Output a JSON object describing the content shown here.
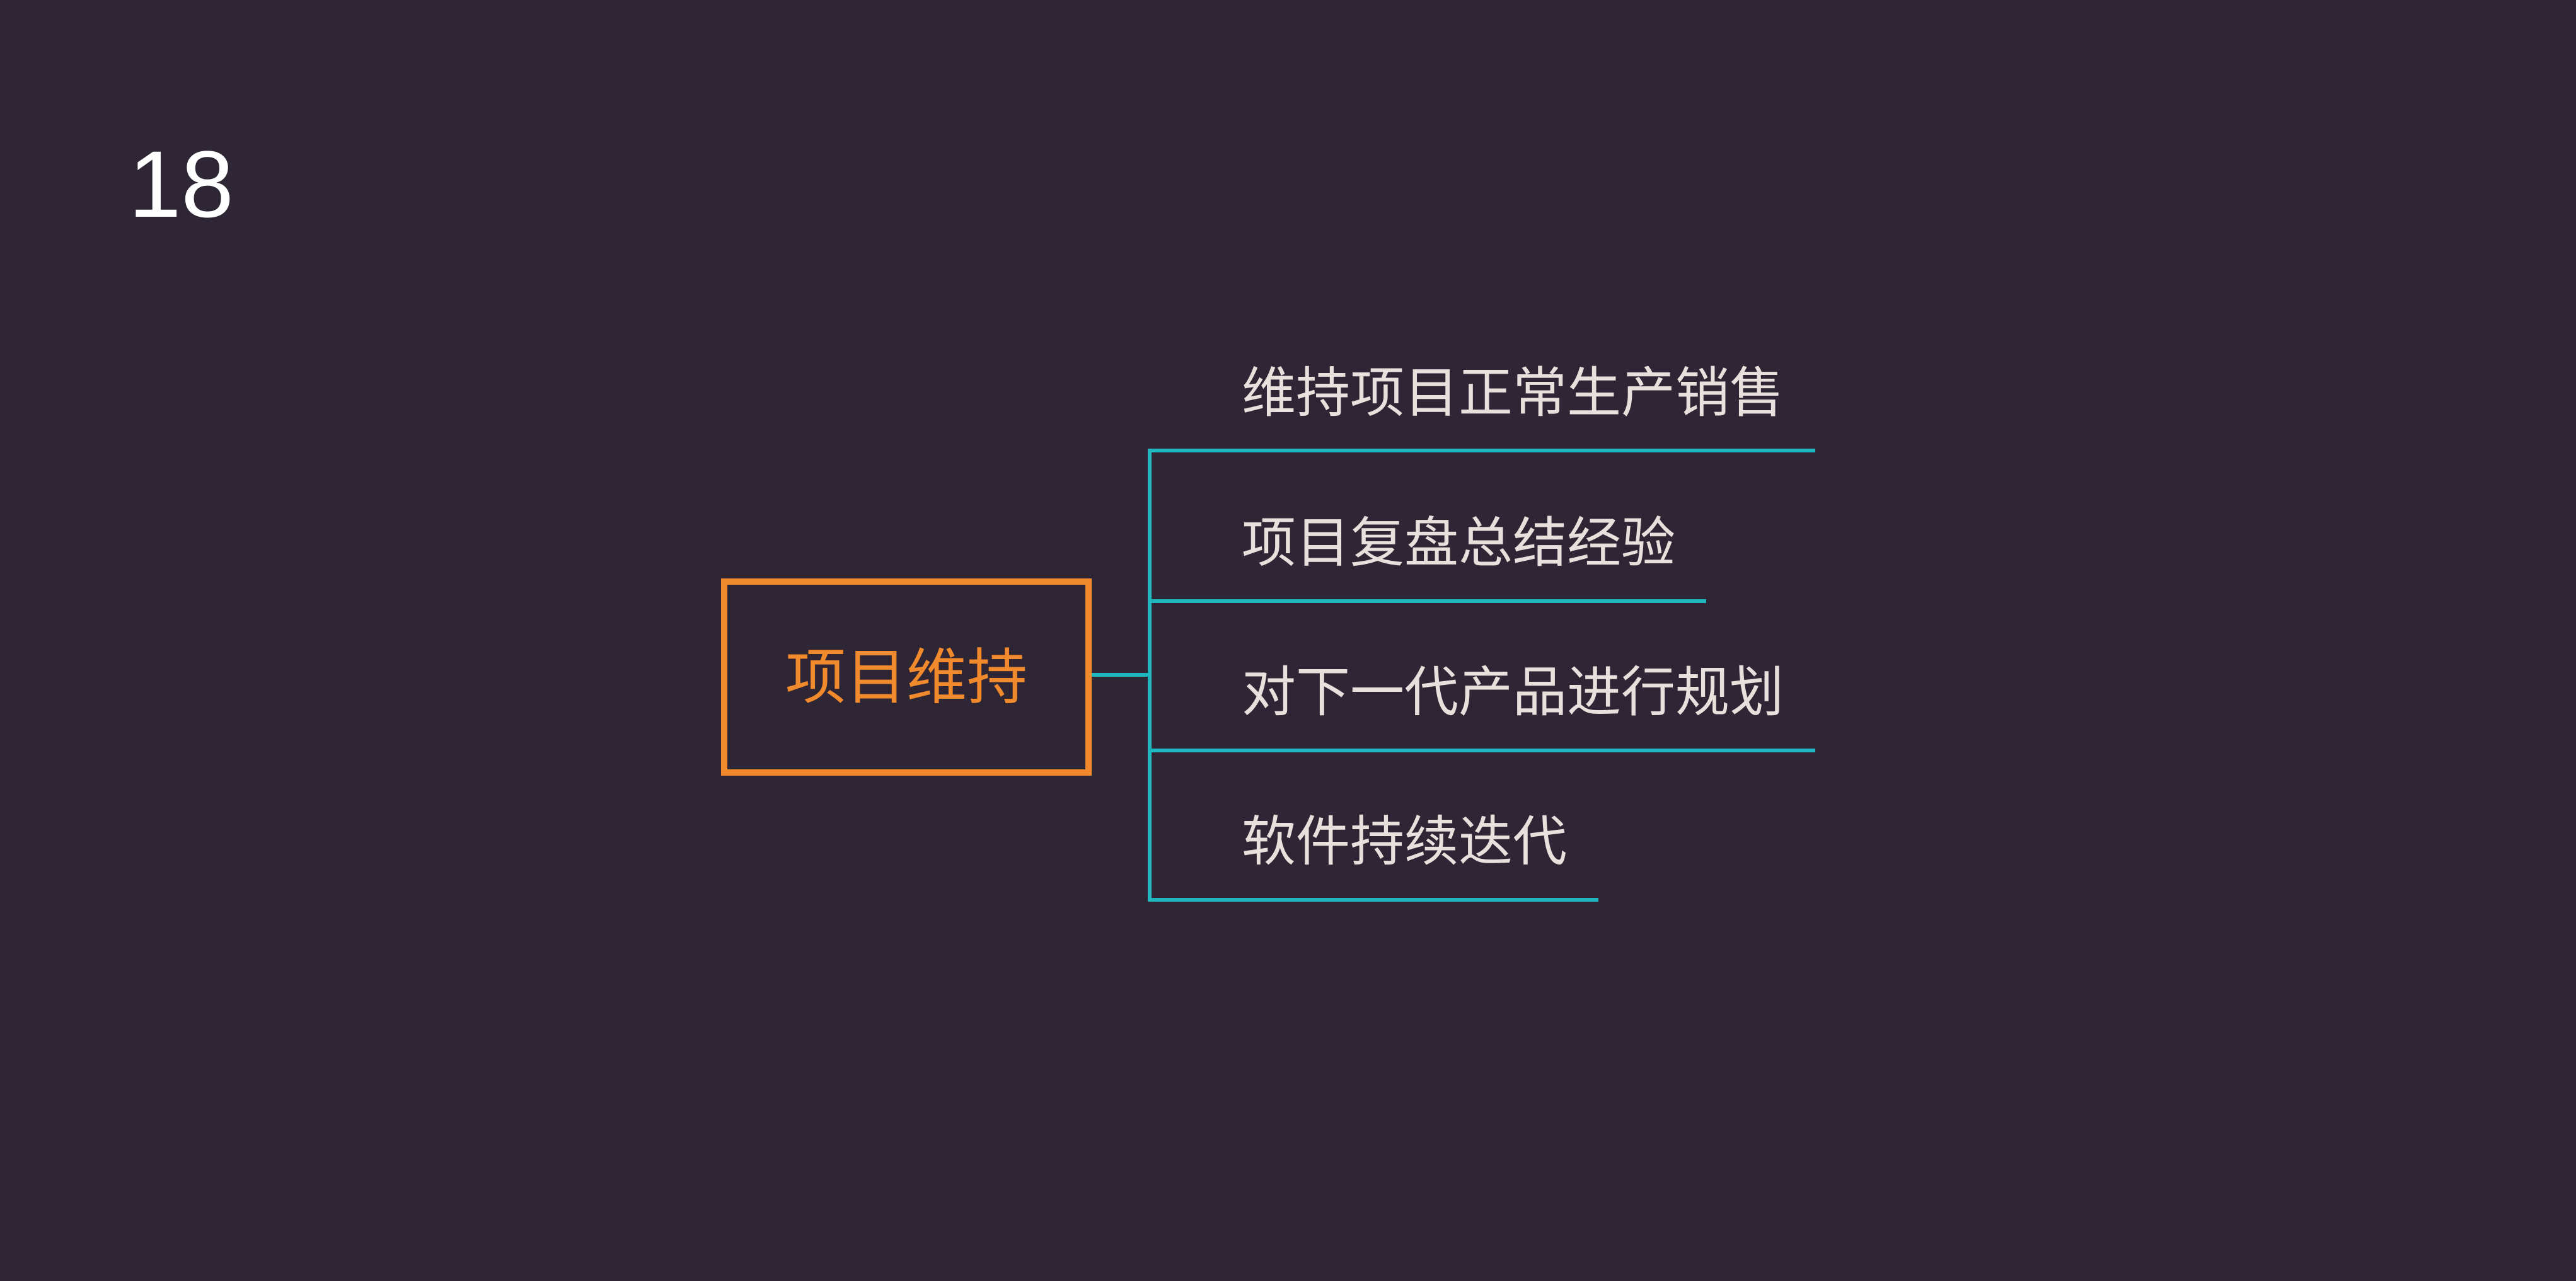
{
  "slide": {
    "number": "18"
  },
  "diagram": {
    "central_topic": "项目维持",
    "branches": [
      "维持项目正常生产销售",
      "项目复盘总结经验",
      "对下一代产品进行规划",
      "软件持续迭代"
    ],
    "colors": {
      "background": "#2e2635",
      "central_border": "#f08a2c",
      "central_text": "#f08a2c",
      "connector": "#1fb8c0",
      "branch_text": "#e6e1dc",
      "slide_number": "#ffffff"
    }
  }
}
